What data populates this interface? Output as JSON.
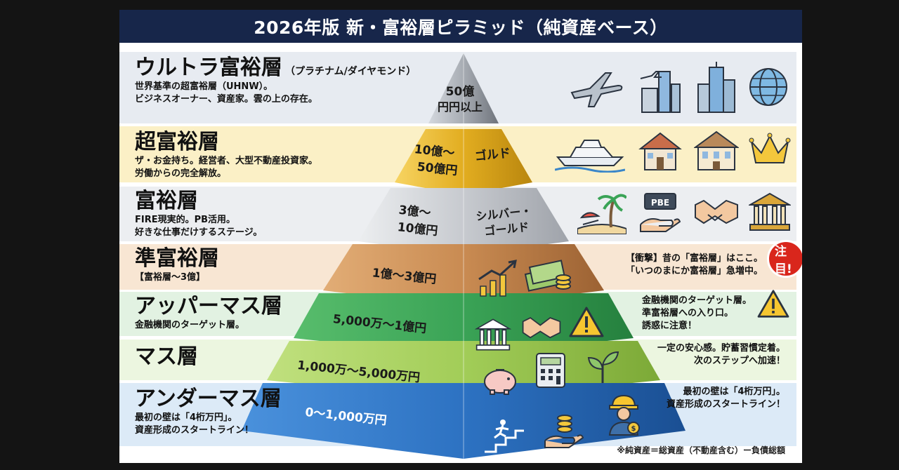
{
  "title": "2026年版 新・富裕層ピラミッド（純資産ベース）",
  "tiers": [
    {
      "name": "ウルトラ富裕層",
      "sub": "（プラチナム/ダイヤモンド）",
      "desc": [
        "世界基準の超富裕層（UHNW）。",
        "ビジネスオーナー、資産家。雲の上の存在。"
      ],
      "range": [
        "50億",
        "円円以上"
      ],
      "grade": "",
      "band_color": "#e7ebf1",
      "tier_color": "#a8adb5",
      "icons": [
        "airplane-icon",
        "city-skyline-icon",
        "skyscraper-icon",
        "globe-icon"
      ]
    },
    {
      "name": "超富裕層",
      "sub": "",
      "desc": [
        "ザ・お金持ち。経営者、大型不動産投資家。",
        "労働からの完全解放。"
      ],
      "range": [
        "10億～",
        "50億円"
      ],
      "grade": "ゴルド",
      "band_color": "#fbf0c6",
      "tier_color": "#e6b928",
      "icons": [
        "yacht-icon",
        "mansion-icon",
        "villa-icon",
        "crown-icon"
      ]
    },
    {
      "name": "富裕層",
      "sub": "",
      "desc": [
        "FIRE現実的。PB活用。",
        "好きな仕事だけするステージ。"
      ],
      "range": [
        "3億～",
        "10億円"
      ],
      "grade": "シルバー・ゴールド",
      "band_color": "#eceef1",
      "tier_color": "#c9ccd0",
      "icons": [
        "beach-icon",
        "private-bank-icon",
        "handshake-icon",
        "bank-icon"
      ]
    },
    {
      "name": "準富裕層",
      "sub": "",
      "desc": [
        "【富裕層～3億】"
      ],
      "range": [
        "1億～3億円"
      ],
      "grade": "",
      "band_color": "#f8e6d3",
      "tier_color": "#c98d54",
      "note": [
        "【衝撃】昔の「富裕層」はここ。",
        "「いつのまにか富裕層」急増中。"
      ],
      "icons": [
        "growth-chart-icon",
        "money-stack-icon"
      ]
    },
    {
      "name": "アッパーマス層",
      "sub": "",
      "desc": [
        "金融機関のターゲット層。"
      ],
      "range": [
        "5,000万～1億円"
      ],
      "grade": "",
      "band_color": "#e2f2e2",
      "tier_color": "#3ea55a",
      "note": [
        "金融機関のターゲット層。",
        "準富裕層への入り口。",
        "誘惑に注意！"
      ],
      "icons": [
        "bank-icon",
        "handshake-icon",
        "warning-icon"
      ]
    },
    {
      "name": "マス層",
      "sub": "",
      "desc": [],
      "range": [
        "1,000万～5,000万円"
      ],
      "grade": "",
      "band_color": "#ecf6e0",
      "tier_color": "#a3cf5b",
      "note": [
        "一定の安心感。貯蓄習慣定着。",
        "次のステップへ加速！"
      ],
      "icons": [
        "piggy-bank-icon",
        "calculator-icon",
        "sprout-icon"
      ]
    },
    {
      "name": "アンダーマス層",
      "sub": "",
      "desc": [
        "最初の壁は「4桁万円」。",
        "資産形成のスタートライン！"
      ],
      "range": [
        "0～1,000万円"
      ],
      "grade": "",
      "band_color": "#dceaf7",
      "tier_color": "#2e73c4",
      "note": [
        "最初の壁は「4桁万円」。",
        "資産形成のスタートライン！"
      ],
      "icons": [
        "runner-stairs-icon",
        "coin-hand-icon",
        "worker-icon"
      ]
    }
  ],
  "badge": "注目!",
  "footnote": "※純資産＝総資産（不動産含む）ー負債総額"
}
